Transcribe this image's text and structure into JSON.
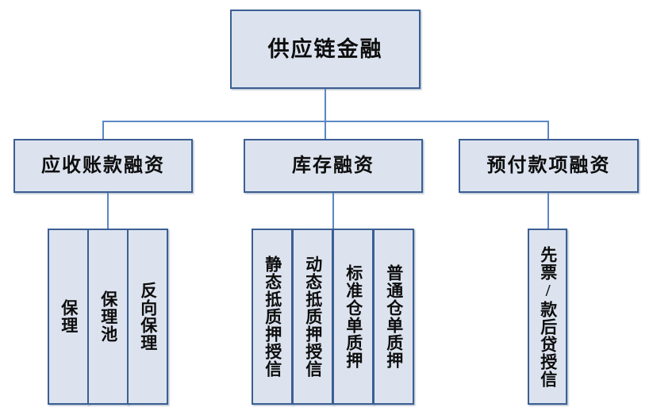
{
  "diagram": {
    "title": "供应链金融",
    "type": "hierarchy-tree",
    "colors": {
      "node_fill": "#dce3ef",
      "node_border": "#3b5f93",
      "connector": "#5b87c5",
      "text": "#0d0d0d",
      "background": "#ffffff"
    },
    "root": {
      "label": "供应链金融"
    },
    "branches": [
      {
        "key": "accounts-receivable",
        "label": "应收账款融资",
        "leaves": [
          {
            "key": "factoring",
            "label": "保理"
          },
          {
            "key": "factoring-pool",
            "label": "保理池"
          },
          {
            "key": "reverse-factoring",
            "label": "反向保理"
          }
        ]
      },
      {
        "key": "inventory",
        "label": "库存融资",
        "leaves": [
          {
            "key": "static-pledge-credit",
            "label": "静态抵质押授信"
          },
          {
            "key": "dynamic-pledge-credit",
            "label": "动态抵质押授信"
          },
          {
            "key": "standard-warehouse-receipt-pledge",
            "label": "标准仓单质押"
          },
          {
            "key": "general-warehouse-receipt-pledge",
            "label": "普通仓单质押"
          }
        ]
      },
      {
        "key": "prepayment",
        "label": "预付款项融资",
        "leaves": [
          {
            "key": "ticket-first-loan-after-credit",
            "label": "先票/款后贷授信"
          }
        ]
      }
    ]
  }
}
